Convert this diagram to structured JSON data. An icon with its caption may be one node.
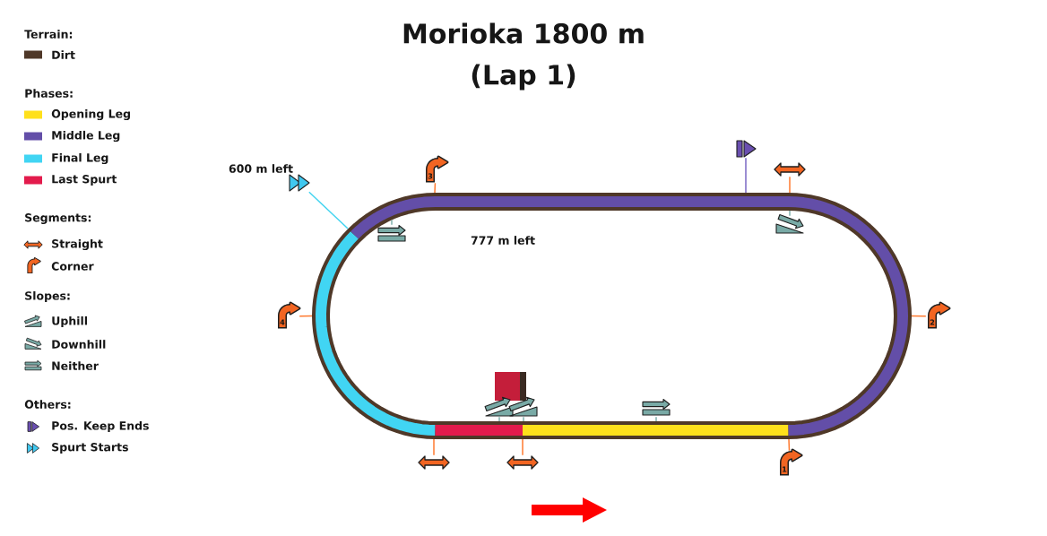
{
  "diagram": {
    "title": "Morioka 1800 m (Lap 1)",
    "nodes": [
      {
        "text": [],
        "shape": "picture",
        "beside": [
          "600 m left"
        ]
      },
      {
        "text": [
          "3"
        ]
      },
      {
        "text": [],
        "shape": "picture"
      },
      {
        "text": [],
        "shape": "picture"
      },
      {
        "text": [],
        "shape": "picture"
      },
      {
        "text": [],
        "shape": "picture"
      },
      {
        "text": [
          "4"
        ]
      },
      {
        "text": [
          "2"
        ]
      },
      {
        "text": [],
        "shape": "picture"
      },
      {
        "text": [],
        "shape": "picture"
      },
      {
        "text": [],
        "shape": "picture"
      },
      {
        "text": [],
        "shape": "picture"
      },
      {
        "text": [],
        "shape": "picture"
      },
      {
        "text": [
          "1"
        ]
      }
    ],
    "edges": [
      {
        "from": 0,
        "to": null,
        "arrow": "none",
        "color": "#42d4f0"
      },
      {
        "from": 1,
        "to": null,
        "arrow": "none"
      },
      {
        "from": 2,
        "to": null,
        "arrow": "none",
        "color": "#7a68c4"
      },
      {
        "from": 3,
        "to": null,
        "arrow": "none"
      },
      {
        "from": 4,
        "to": null,
        "arrow": "none",
        "color": "#7fb0ac"
      },
      {
        "from": 5,
        "to": null,
        "arrow": "none",
        "color": "#7fb0ac"
      },
      {
        "from": 6,
        "to": null,
        "arrow": "none"
      },
      {
        "from": 7,
        "to": null,
        "arrow": "none"
      },
      {
        "from": 8,
        "to": null,
        "arrow": "none",
        "color": "#7fb0ac"
      },
      {
        "from": 9,
        "to": null,
        "arrow": "none",
        "color": "#7fb0ac"
      },
      {
        "from": 10,
        "to": null,
        "arrow": "none",
        "color": "#7fb0ac"
      },
      {
        "from": 11,
        "to": null,
        "arrow": "none"
      },
      {
        "from": 12,
        "to": null,
        "arrow": "none"
      },
      {
        "from": 13,
        "to": null,
        "arrow": "none"
      }
    ],
    "labels": [
      "Terrain:",
      "Phases:",
      "Segments:",
      "Slopes:",
      "Others:",
      "777 m left"
    ],
    "legend": [
      {
        "text": "Dirt",
        "color": "#4f3828"
      },
      {
        "text": "Opening Leg",
        "color": "#ffe01b"
      },
      {
        "text": "Middle Leg",
        "color": "#634ea8"
      },
      {
        "text": "Final Leg",
        "color": "#41d5f3"
      },
      {
        "text": "Last Spurt",
        "color": "#e31b4c"
      },
      {
        "text": "Straight"
      },
      {
        "text": "Corner"
      },
      {
        "text": "Uphill"
      },
      {
        "text": "Downhill"
      },
      {
        "text": "Neither"
      },
      {
        "text": "Pos. Keep Ends"
      },
      {
        "text": "Spurt Starts"
      }
    ]
  }
}
